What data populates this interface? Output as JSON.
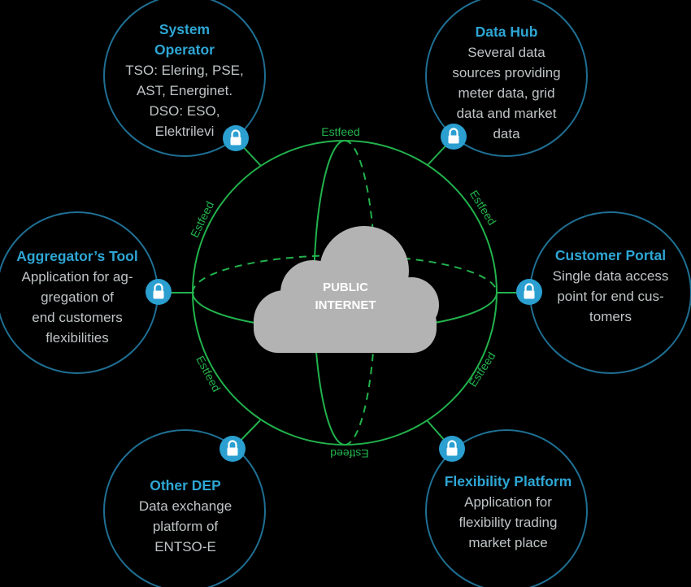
{
  "center": {
    "label_lines": [
      "PUBLIC",
      "INTERNET"
    ]
  },
  "connector_label": "Estfeed",
  "nodes": {
    "system_operator": {
      "title_lines": [
        "System",
        "Operator"
      ],
      "body_lines": [
        "TSO: Elering, PSE,",
        "AST, Energinet.",
        "DSO: ESO,",
        "Elektrilevi"
      ]
    },
    "data_hub": {
      "title_lines": [
        "Data Hub"
      ],
      "body_lines": [
        "Several data",
        "sources providing",
        "meter data, grid",
        "data and market",
        "data"
      ]
    },
    "aggregators_tool": {
      "title_lines": [
        "Aggregator’s Tool"
      ],
      "body_lines": [
        "Application for ag-",
        "gregation of",
        "end customers",
        "flexibilities"
      ]
    },
    "customer_portal": {
      "title_lines": [
        "Customer Portal"
      ],
      "body_lines": [
        "Single data access",
        "point for end cus-",
        "tomers"
      ]
    },
    "other_dep": {
      "title_lines": [
        "Other DEP"
      ],
      "body_lines": [
        "Data exchange",
        "platform of",
        "ENTSO-E"
      ]
    },
    "flexibility_platform": {
      "title_lines": [
        "Flexibility Platform"
      ],
      "body_lines": [
        "Application for",
        "flexibility trading",
        "market place"
      ]
    }
  },
  "colors": {
    "globe_green": "#22b24c",
    "node_ring": "#1f6f93",
    "lock_badge": "#2a9fd0",
    "title_blue": "#2ea6d4",
    "body_gray": "#bfc4c6",
    "cloud_gray": "#b3b3b3",
    "background": "#000000"
  },
  "icons": {
    "lock": "lock-icon",
    "cloud": "cloud-icon"
  }
}
